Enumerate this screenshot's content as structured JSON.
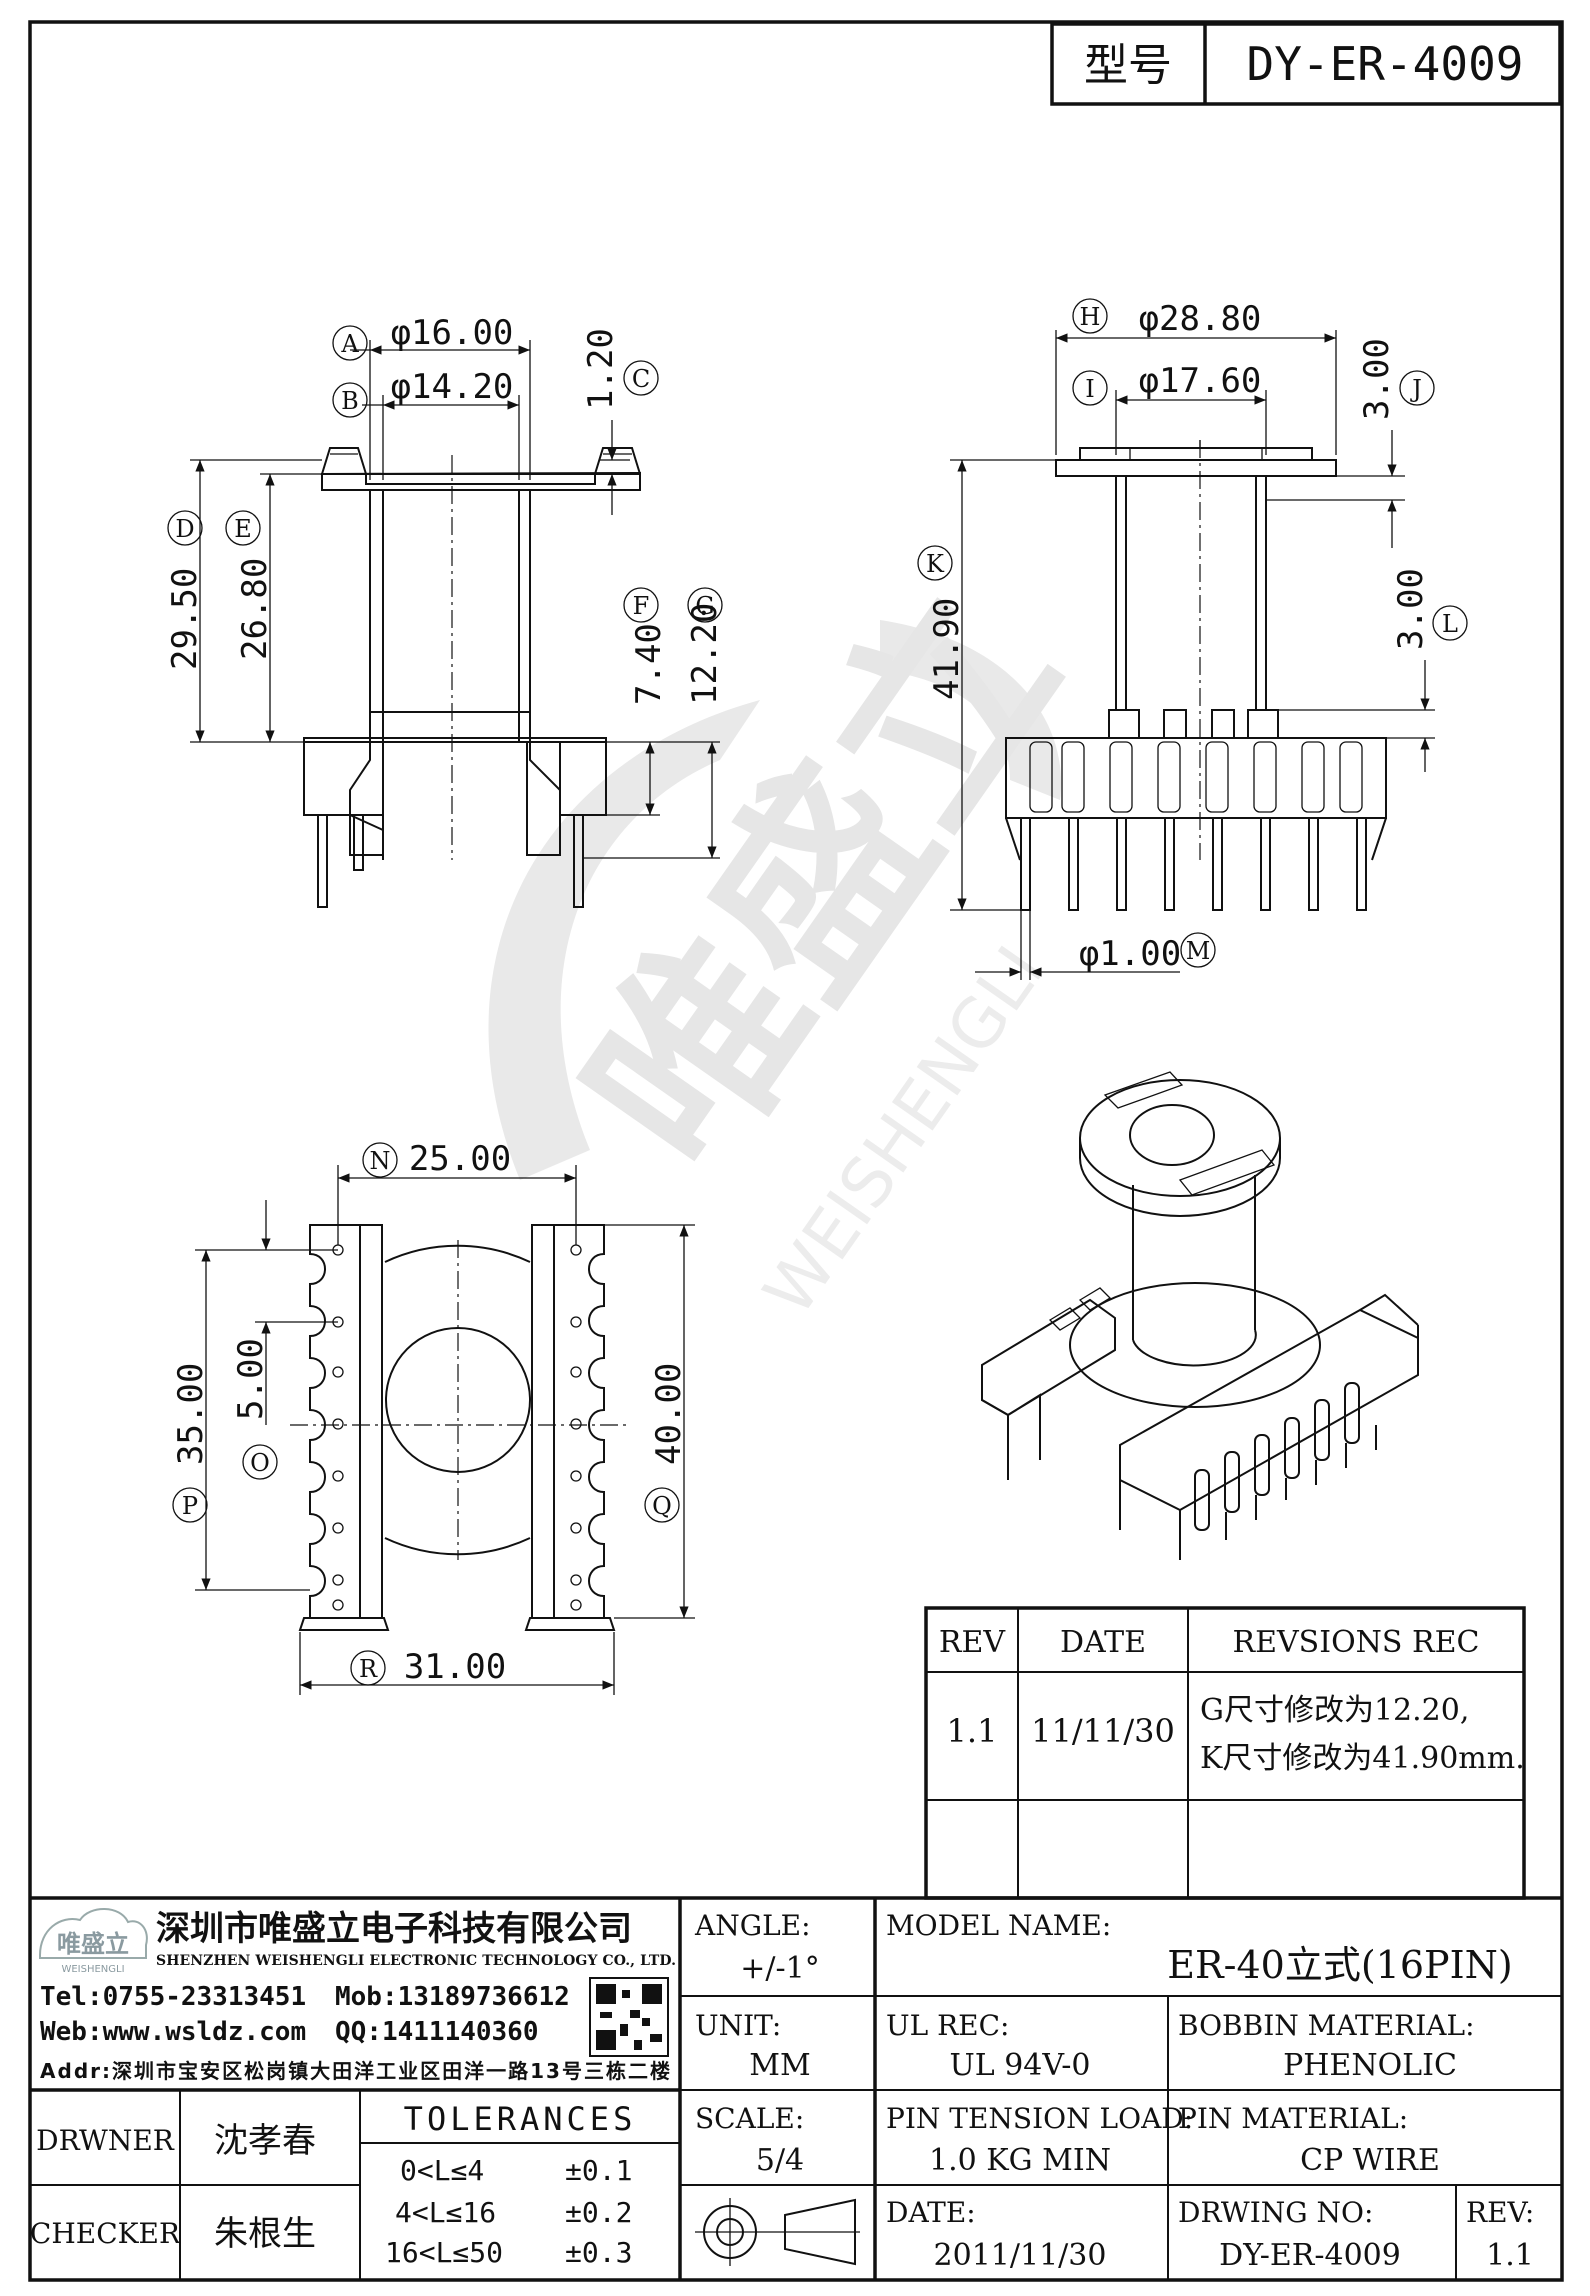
{
  "title_box": {
    "model_label": "型号",
    "model_no": "DY-ER-4009"
  },
  "dims": {
    "A": "A",
    "A_val": "φ16.00",
    "B": "B",
    "B_val": "φ14.20",
    "C": "C",
    "C_val": "1.20",
    "D": "D",
    "D_val": "29.50",
    "E": "E",
    "E_val": "26.80",
    "F": "F",
    "F_val": "7.40",
    "G": "G",
    "G_val": "12.20",
    "H": "H",
    "H_val": "φ28.80",
    "I": "I",
    "I_val": "φ17.60",
    "J": "J",
    "J_val": "3.00",
    "K": "K",
    "K_val": "41.90",
    "L": "L",
    "L_val": "3.00",
    "M": "M",
    "M_val": "φ1.00",
    "N": "N",
    "N_val": "25.00",
    "O": "O",
    "O_val": "5.00",
    "P": "P",
    "P_val": "35.00",
    "Q": "Q",
    "Q_val": "40.00",
    "R": "R",
    "R_val": "31.00"
  },
  "watermark": {
    "cn": "唯盛立",
    "en": "WEISHENGLI"
  },
  "revisions": {
    "headers": [
      "REV",
      "DATE",
      "REVSIONS REC"
    ],
    "rows": [
      {
        "rev": "1.1",
        "date": "11/11/30",
        "rec_line1": "G尺寸修改为12.20,",
        "rec_line2": "K尺寸修改为41.90mm."
      }
    ]
  },
  "company": {
    "logo_cn": "唯盛立",
    "logo_en": "WEISHENGLI",
    "name_cn": "深圳市唯盛立电子科技有限公司",
    "name_en": "SHENZHEN WEISHENGLI ELECTRONIC TECHNOLOGY CO., LTD.",
    "tel": "Tel:0755-23313451",
    "mob": "Mob:13189736612",
    "web": "Web:www.wsldz.com",
    "qq": "QQ:1411140360",
    "addr": "Addr:深圳市宝安区松岗镇大田洋工业区田洋一路13号三栋二楼"
  },
  "title_block": {
    "angle_label": "ANGLE:",
    "angle_val": "+/-1°",
    "model_name_label": "MODEL NAME:",
    "model_name_val": "ER-40立式(16PIN)",
    "unit_label": "UNIT:",
    "unit_val": "MM",
    "ul_label": "UL REC:",
    "ul_val": "UL 94V-0",
    "bobbin_label": "BOBBIN MATERIAL:",
    "bobbin_val": "PHENOLIC",
    "drwner_label": "DRWNER",
    "drwner_val": "沈孝春",
    "checker_label": "CHECKER",
    "checker_val": "朱根生",
    "tol_label": "TOLERANCES",
    "tol_rows": [
      {
        "range": "0<L≤4",
        "val": "±0.1"
      },
      {
        "range": "4<L≤16",
        "val": "±0.2"
      },
      {
        "range": "16<L≤50",
        "val": "±0.3"
      }
    ],
    "scale_label": "SCALE:",
    "scale_val": "5/4",
    "pin_tension_label": "PIN TENSION LOAD:",
    "pin_tension_val": "1.0 KG MIN",
    "pin_material_label": "PIN MATERIAL:",
    "pin_material_val": "CP WIRE",
    "date_label": "DATE:",
    "date_val": "2011/11/30",
    "drwing_label": "DRWING NO:",
    "drwing_val": "DY-ER-4009",
    "rev_label": "REV:",
    "rev_val": "1.1"
  }
}
